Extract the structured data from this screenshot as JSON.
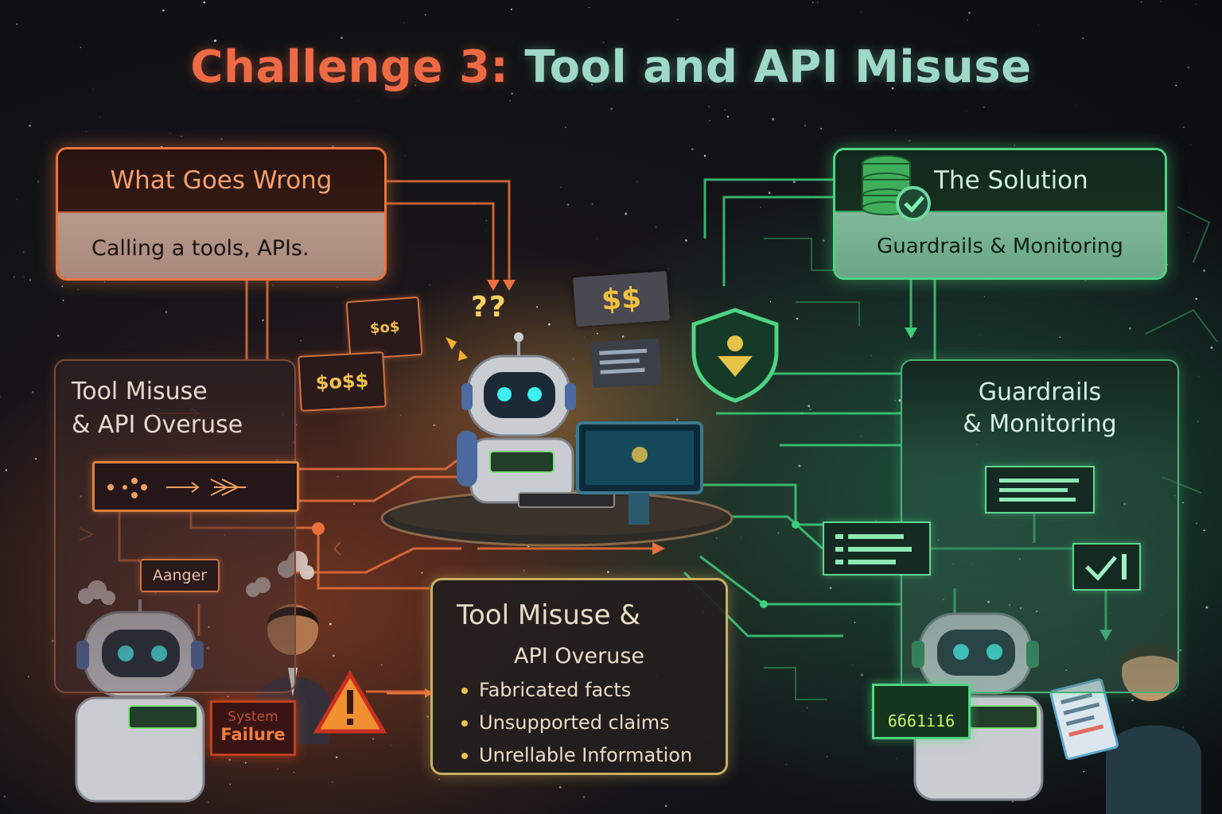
{
  "title": {
    "part1": "Challenge 3:",
    "part2": "Tool and API Misuse"
  },
  "what_goes_wrong": {
    "heading": "What Goes Wrong",
    "text": "Calling a tools, APIs."
  },
  "left_panel": {
    "heading_line1": "Tool Misuse",
    "heading_line2": "& API Overuse"
  },
  "tags": {
    "anger": "Aanger",
    "cost1": "$o$",
    "cost2": "$o$$",
    "dollar_card": "$$",
    "question": "??"
  },
  "center_box": {
    "heading_line1": "Tool Misuse &",
    "heading_line2": "API Overuse",
    "bullets": [
      "Fabricated facts",
      "Unsupported claims",
      "Unrellable Information"
    ]
  },
  "solution": {
    "heading": "The Solution",
    "text": "Guardrails & Monitoring"
  },
  "right_panel": {
    "heading_line1": "Guardrails",
    "heading_line2": "& Monitoring"
  },
  "screens": {
    "fail_line1": "System",
    "fail_line2": "Failure",
    "ok_text": "6б61i16"
  },
  "colors": {
    "danger": "#e8743e",
    "safe": "#4fd483",
    "warning": "#f0c050"
  }
}
